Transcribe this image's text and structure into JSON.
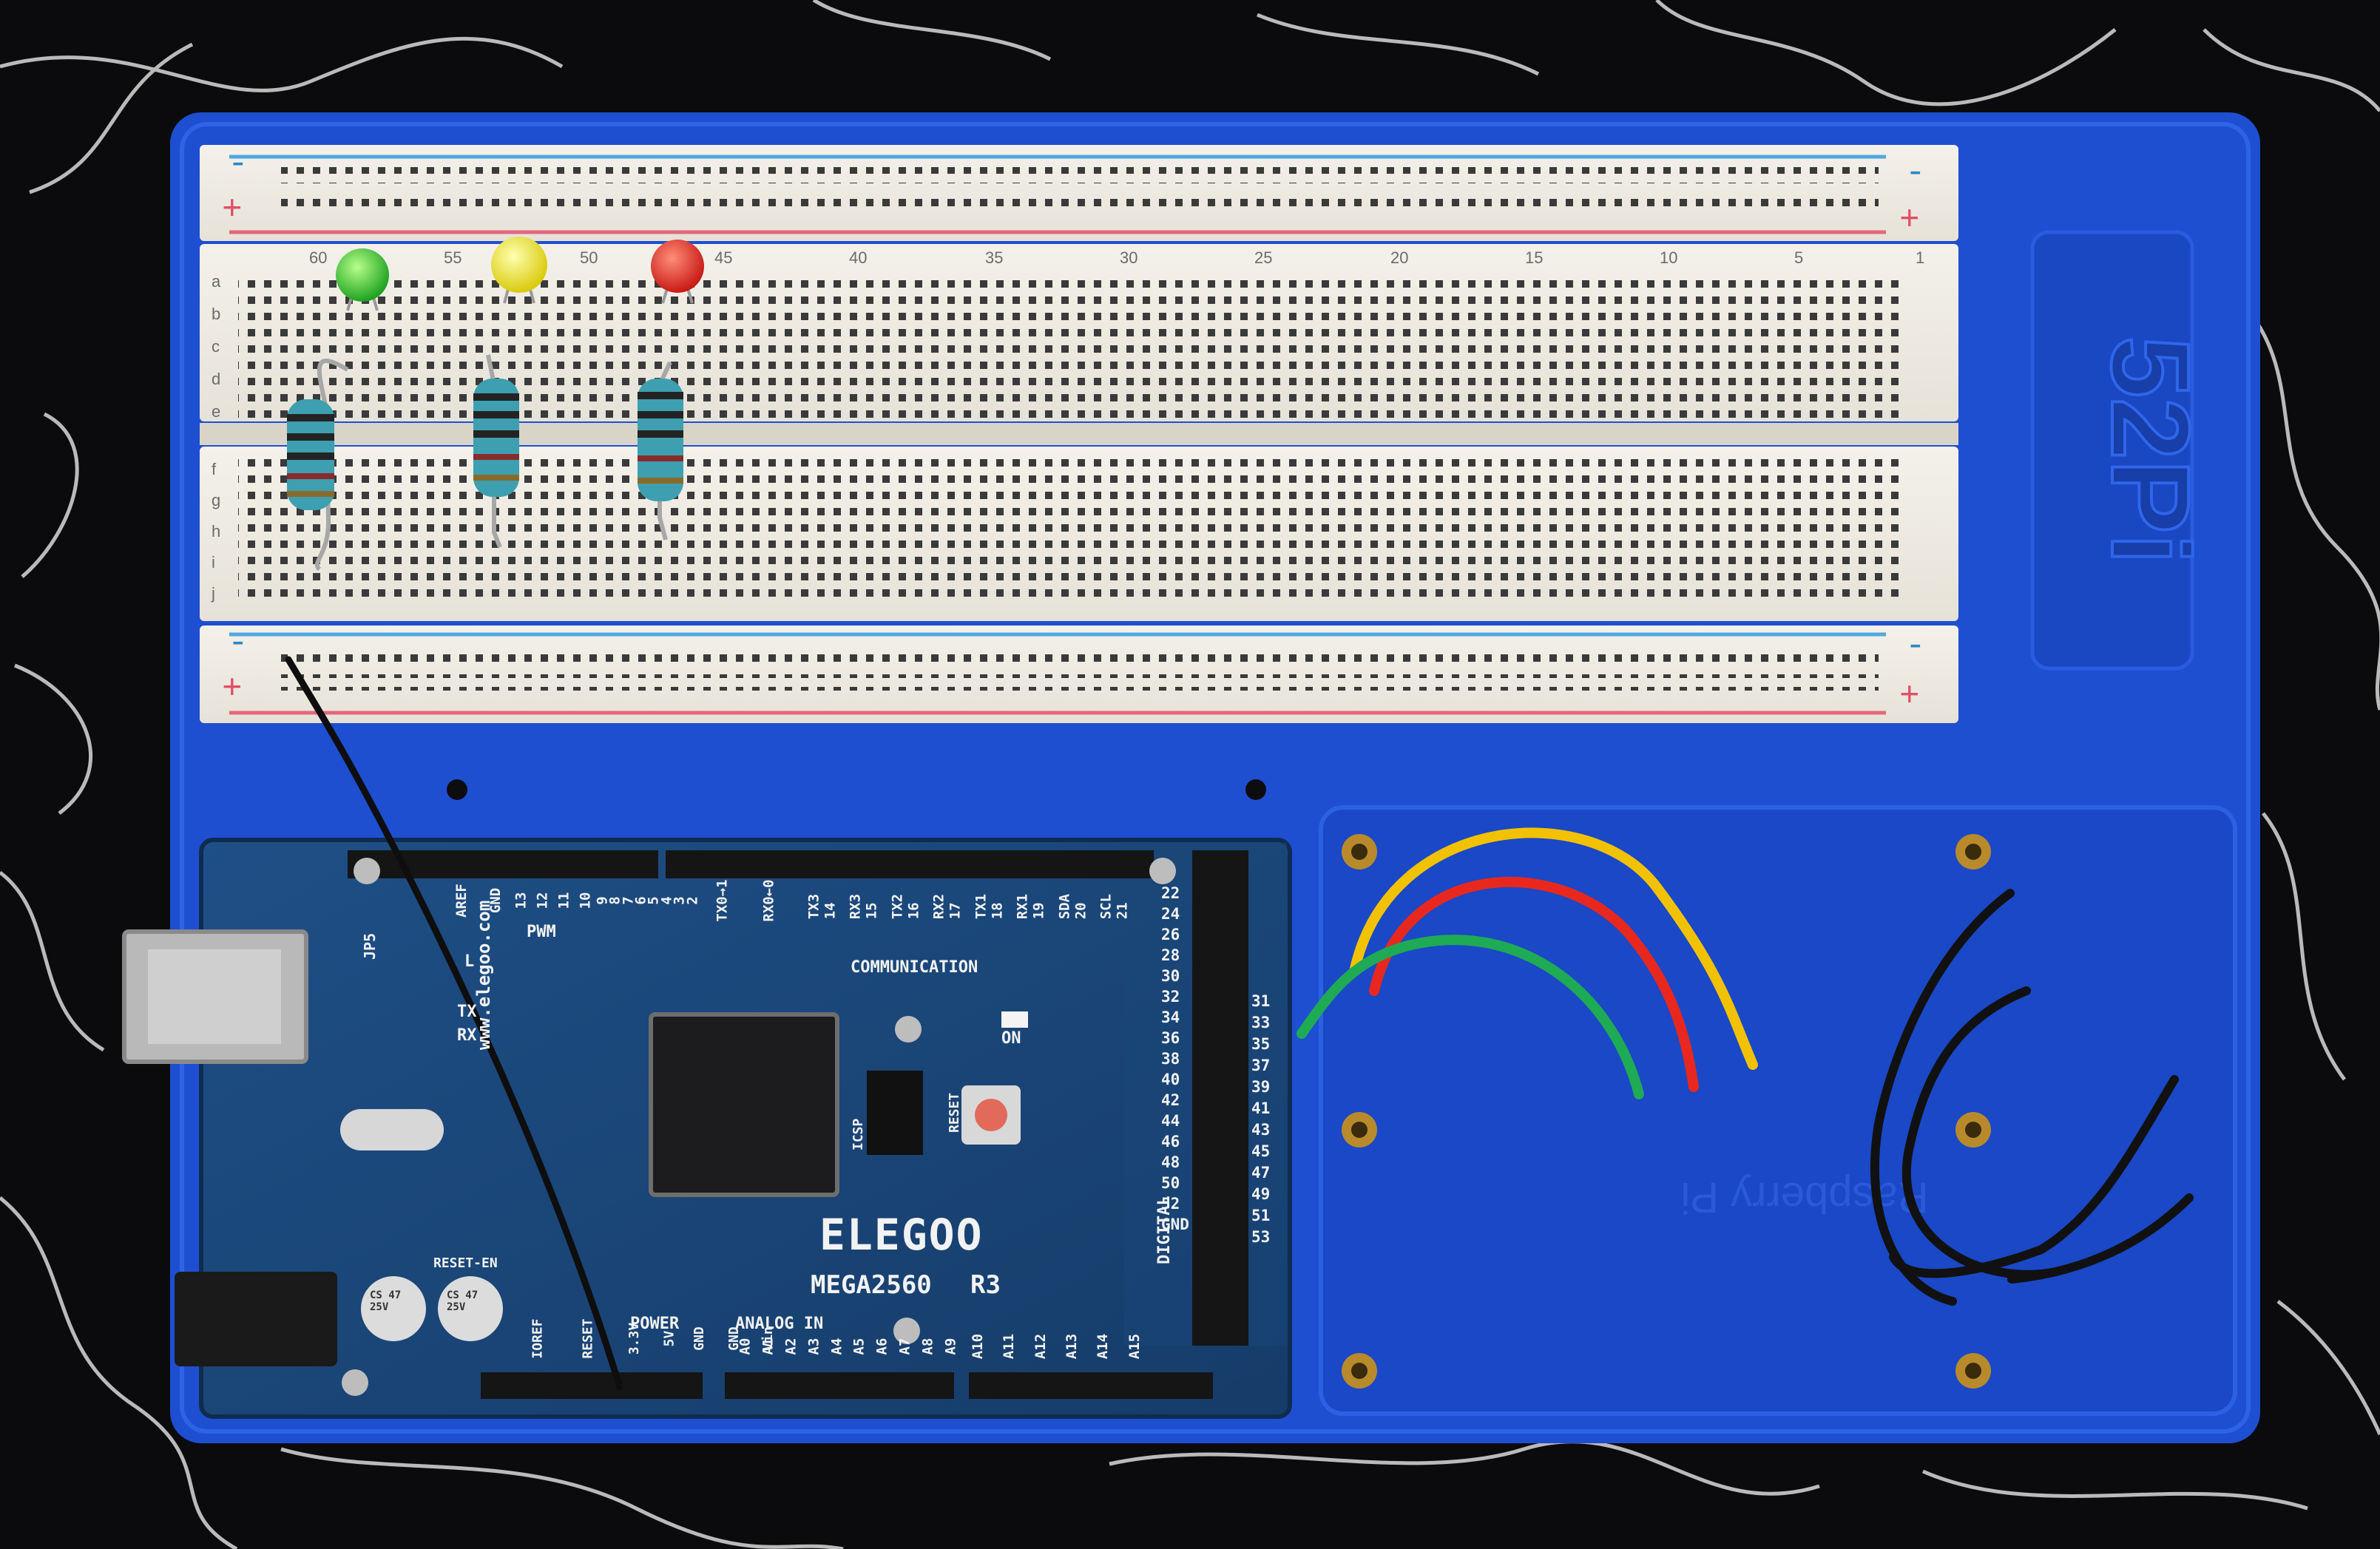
{
  "breadboard": {
    "rail_plus": "+",
    "rail_minus": "-",
    "row_letters_top": [
      "a",
      "b",
      "c",
      "d",
      "e"
    ],
    "row_letters_bottom": [
      "f",
      "g",
      "h",
      "i",
      "j"
    ],
    "column_numbers": [
      "60",
      "55",
      "50",
      "45",
      "40",
      "35",
      "30",
      "25",
      "20",
      "15",
      "10",
      "5",
      "1"
    ],
    "leds": [
      "green",
      "yellow",
      "red"
    ]
  },
  "board": {
    "brand": "ELEGOO",
    "model": "MEGA2560",
    "revision": "R3",
    "website": "www.elegoo.com",
    "header_labels_top": [
      "AREF",
      "GND",
      "13",
      "12",
      "11",
      "10",
      "9",
      "8",
      "7",
      "6",
      "5",
      "4",
      "3",
      "2",
      "TX0→1",
      "RX0←0",
      "TX3 14",
      "RX3 15",
      "TX2 16",
      "RX2 17",
      "TX1 18",
      "RX1 19",
      "SDA 20",
      "SCL 21"
    ],
    "pwm_label": "PWM",
    "communication_label": "COMMUNICATION",
    "power_labels": [
      "IOREF",
      "RESET",
      "3.3V",
      "5V",
      "GND",
      "GND",
      "Vin"
    ],
    "power_label": "POWER",
    "analog_label": "ANALOG IN",
    "analog_pins": [
      "A0",
      "A1",
      "A2",
      "A3",
      "A4",
      "A5",
      "A6",
      "A7",
      "A8",
      "A9",
      "A10",
      "A11",
      "A12",
      "A13",
      "A14",
      "A15"
    ],
    "digital_right_even": [
      "22",
      "24",
      "26",
      "28",
      "30",
      "32",
      "34",
      "36",
      "38",
      "40",
      "42",
      "44",
      "46",
      "48",
      "50",
      "52",
      "GND"
    ],
    "digital_right_odd": [
      "31",
      "33",
      "35",
      "37",
      "39",
      "41",
      "43",
      "45",
      "47",
      "49",
      "51",
      "53"
    ],
    "digital_label": "DIGITAL",
    "on_label": "ON",
    "icsp_label": "ICSP",
    "reset_label": "RESET",
    "reset_en_label": "RESET-EN",
    "jp5_label": "JP5",
    "l_label": "L",
    "tx_label": "TX",
    "rx_label": "RX",
    "cap_label": "CS 47 25V"
  },
  "tray": {
    "logo": "52Pi",
    "mirrored_text": "Raspberry Pi"
  },
  "wires": {
    "colors": [
      "#f2c200",
      "#e8281e",
      "#1faa55",
      "#111111"
    ]
  }
}
